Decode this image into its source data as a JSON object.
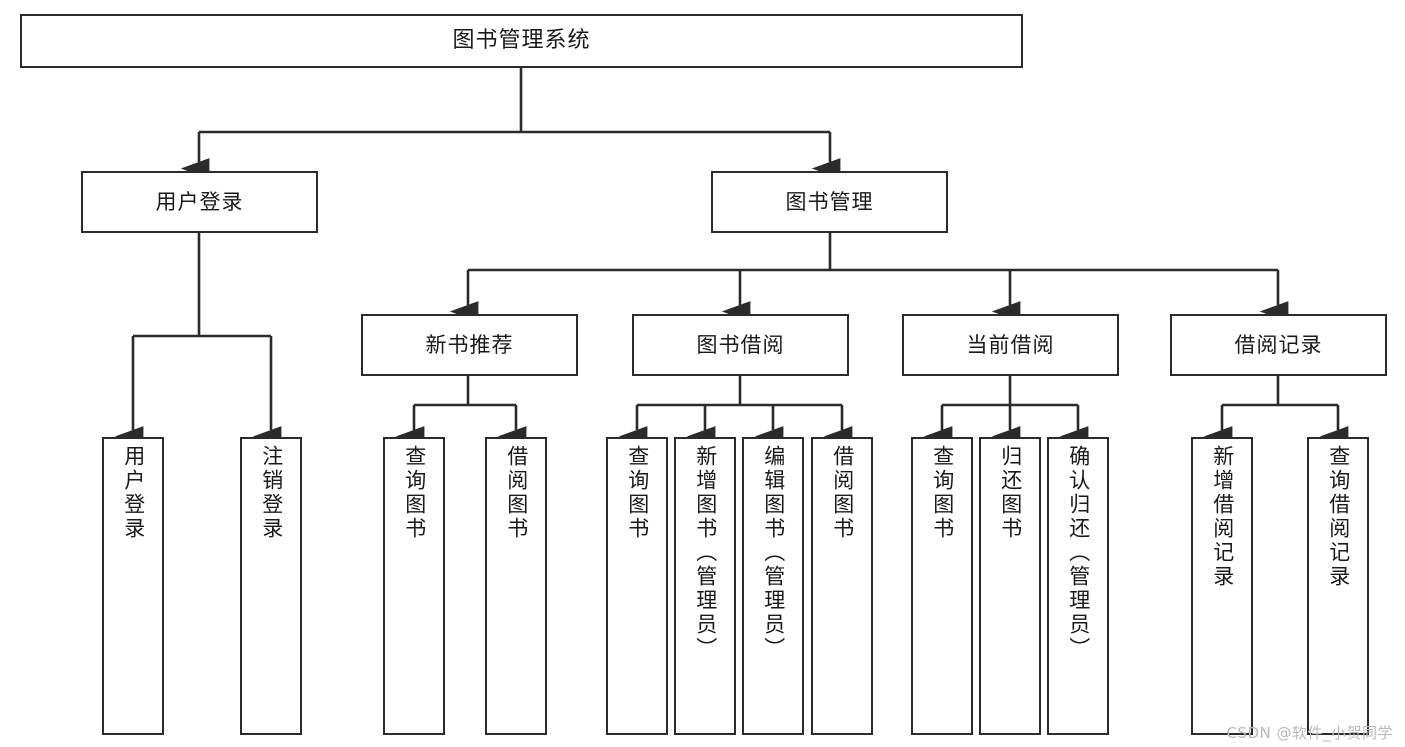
{
  "diagram": {
    "type": "tree",
    "title": "图书管理系统",
    "colors": {
      "box_border": "#2b2b2b",
      "box_fill": "#ffffff",
      "connector": "#2b2b2b",
      "text": "#1a1a1a",
      "watermark": "#b9b9b9"
    },
    "root": {
      "label": "图书管理系统"
    },
    "level2": [
      {
        "label": "用户登录"
      },
      {
        "label": "图书管理"
      }
    ],
    "level3": [
      {
        "label": "新书推荐"
      },
      {
        "label": "图书借阅"
      },
      {
        "label": "当前借阅"
      },
      {
        "label": "借阅记录"
      }
    ],
    "leaves": {
      "user_login": [
        {
          "label": "用户登录"
        },
        {
          "label": "注销登录"
        }
      ],
      "new_book_recommend": [
        {
          "label": "查询图书"
        },
        {
          "label": "借阅图书"
        }
      ],
      "book_borrow": [
        {
          "label": "查询图书"
        },
        {
          "label": "新增图书（管理员）"
        },
        {
          "label": "编辑图书（管理员）"
        },
        {
          "label": "借阅图书"
        }
      ],
      "current_borrow": [
        {
          "label": "查询图书"
        },
        {
          "label": "归还图书"
        },
        {
          "label": "确认归还（管理员）"
        }
      ],
      "borrow_record": [
        {
          "label": "新增借阅记录"
        },
        {
          "label": "查询借阅记录"
        }
      ]
    }
  },
  "watermark": {
    "text": "CSDN @软件_小贺同学"
  }
}
